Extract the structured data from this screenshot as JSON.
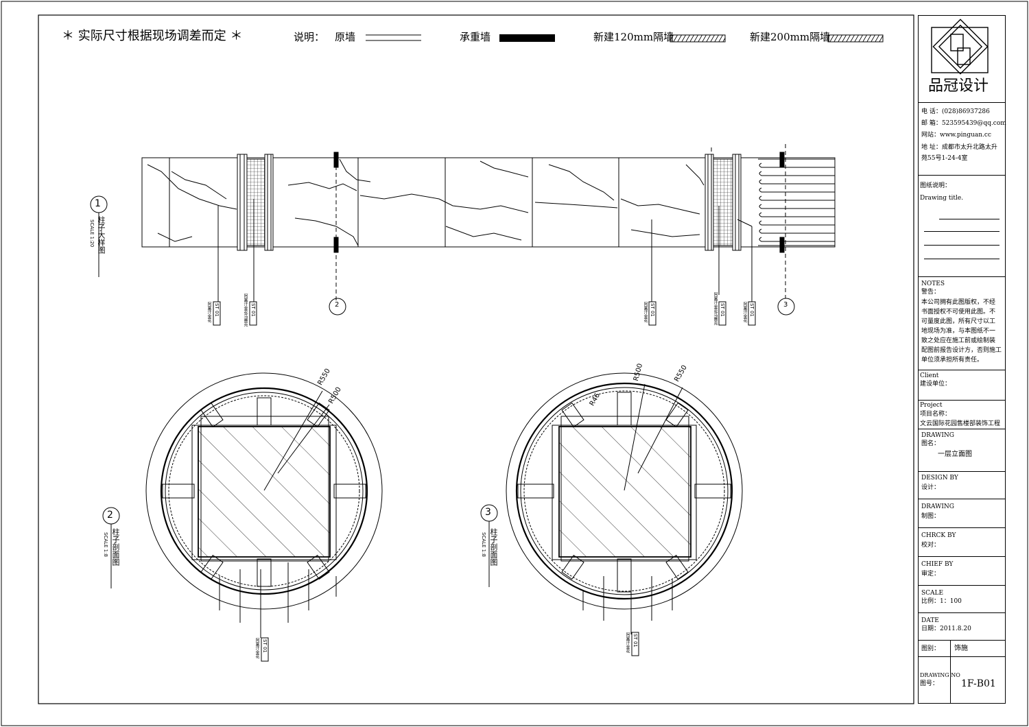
{
  "header": {
    "note": "＊ 实际尺寸根据现场调差而定 ＊",
    "legend_title": "说明：",
    "legend_original_wall": "原墙",
    "legend_load_wall": "承重墙",
    "legend_new120": "新建120mm隔墙",
    "legend_new200": "新建200mm隔墙"
  },
  "views": {
    "v1": {
      "num": "1",
      "title": "柱子大样图",
      "scale": "SCALE 1:20"
    },
    "v2": {
      "num": "2",
      "title": "柱子剖面图",
      "scale": "SCALE 1:8"
    },
    "v3": {
      "num": "3",
      "title": "柱子剖面图",
      "scale": "SCALE 1:8"
    }
  },
  "callouts": {
    "st01": "ST 01",
    "mat_a": "阿富汗金花",
    "mat_b": "阿富汗金花马赛克",
    "sec2": "2",
    "sec3": "3",
    "r550": "R550",
    "r500_a": "R500",
    "r500_b": "R500",
    "r46": "R46",
    "r550_b": "R550"
  },
  "titleblock": {
    "company": "品冠设计",
    "tel": "电  话：(028)86937286",
    "email": "邮  箱：523595439@qq.com",
    "web": "网站：www.pinguan.cc",
    "addr1": "地  址：成都市太升北路太升",
    "addr2": "苑55号1-24-4室",
    "drawing_title_cn": "图纸说明：",
    "drawing_title_en": "Drawing title.",
    "notes_en": "NOTES",
    "notes_cn": "警告：",
    "notes_body": [
      "本公司拥有此图版权，不经",
      "书面授权不可使用此图。不",
      "可量度此图，所有尺寸以工",
      "地现场为准，与本图纸不一",
      "致之处应在施工前或绘制装",
      "配图前报告设计方，否则施工",
      "单位须承担所有责任。"
    ],
    "client_en": "Client",
    "client_cn": "建设单位：",
    "project_en": "Project",
    "project_cn": "项目名称：",
    "project_name": "文云国际花园售楼部装饰工程",
    "drawing_en": "DRAWING",
    "drawing_cn": "图名：",
    "drawing_name": "一层立面图",
    "design_en": "DESIGN BY",
    "design_cn": "设计：",
    "draw_en": "DRAWING",
    "draw_cn": "制图：",
    "check_en": "CHRCK BY",
    "check_cn": "校对：",
    "chief_en": "CHIEF BY",
    "chief_cn": "审定：",
    "scale_en": "SCALE",
    "scale_cn": "比例：1：100",
    "date_en": "DATE",
    "date_cn": "日期：2011.8.20",
    "type_label": "图别：",
    "type_value": "饰施",
    "no_en": "DRAWING NO",
    "no_cn": "图号：",
    "no_value": "1F-B01"
  },
  "colors": {
    "line": "#000000",
    "watermark": "#e6e6e6"
  },
  "icons": {
    "logo": "pinguan-logo-icon"
  }
}
